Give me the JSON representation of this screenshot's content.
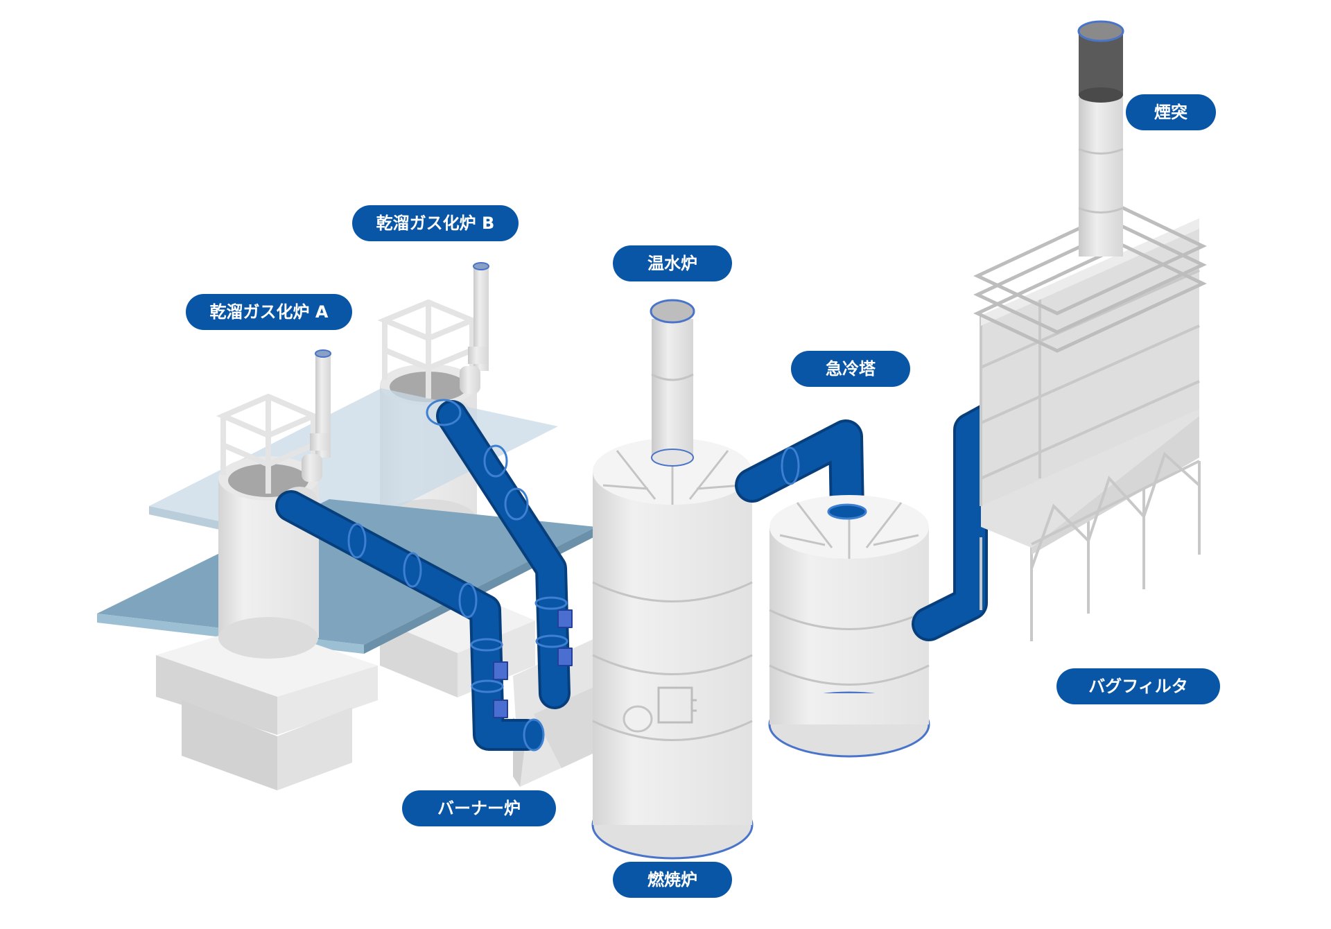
{
  "labels": {
    "gasifier_b": "乾溜ガス化炉 B",
    "gasifier_a": "乾溜ガス化炉 A",
    "hot_water_boiler": "温水炉",
    "quench_tower": "急冷塔",
    "chimney": "煙突",
    "bag_filter": "バグフィルタ",
    "burner_furnace": "バーナー炉",
    "incinerator": "燃焼炉"
  },
  "colors": {
    "label_bg": "#0a56a6",
    "label_text": "#ffffff",
    "duct_blue": "#0a56a6",
    "duct_dark": "#073f7d",
    "duct_highlight": "#3d7fd0",
    "vessel_light": "#ececec",
    "vessel_shade": "#cfcfcf",
    "structure_gray": "#bdbdbd",
    "platform_blue": "#7fa4bd",
    "platform_glass": "#c8d9e6",
    "chimney_top": "#5a5a5a"
  }
}
